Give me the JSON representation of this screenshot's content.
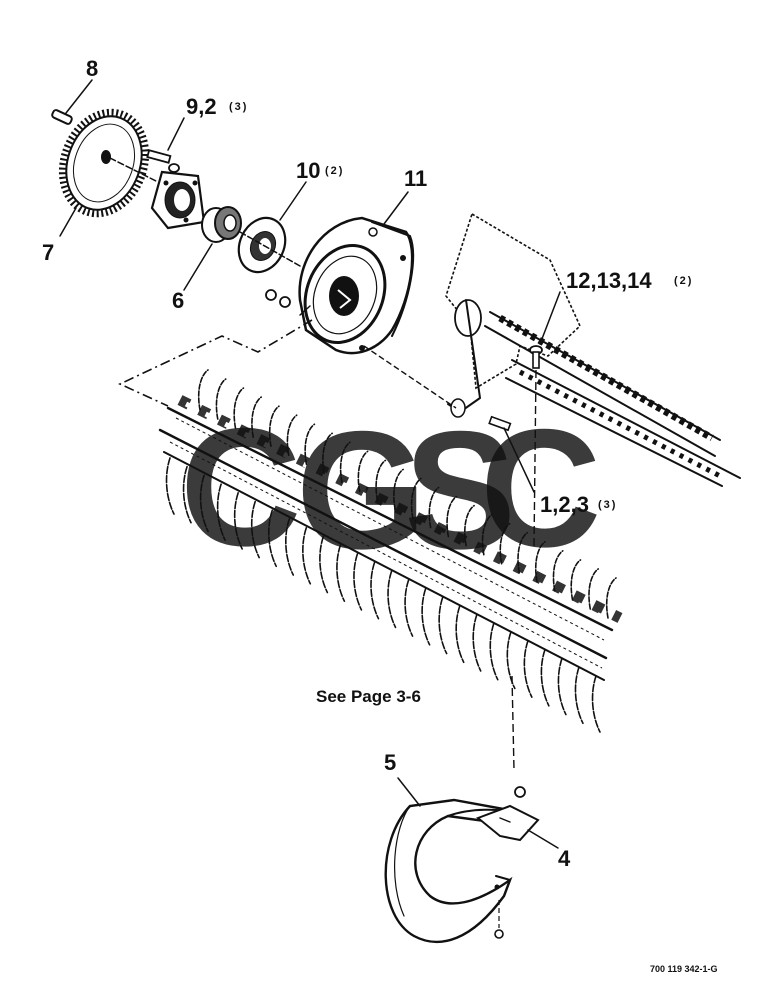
{
  "callouts": {
    "c8": "8",
    "c9_2": "9,2",
    "c9_2_qty": "(3)",
    "c10": "10",
    "c10_qty": "(2)",
    "c11": "11",
    "c7": "7",
    "c6": "6",
    "c12_13_14": "12,13,14",
    "c12_13_14_qty": "(2)",
    "c1_2_3": "1,2,3",
    "c1_2_3_qty": "(3)",
    "c5": "5",
    "c4": "4"
  },
  "note": "See Page 3-6",
  "figure_number": "700 119 342-1-G",
  "watermark": {
    "letters": [
      "C",
      "G",
      "S",
      "C"
    ],
    "colors": [
      "#5b8ff9",
      "#e8605a",
      "#f6cf4a",
      "#5aaf84"
    ]
  },
  "ink_color": "#111111"
}
